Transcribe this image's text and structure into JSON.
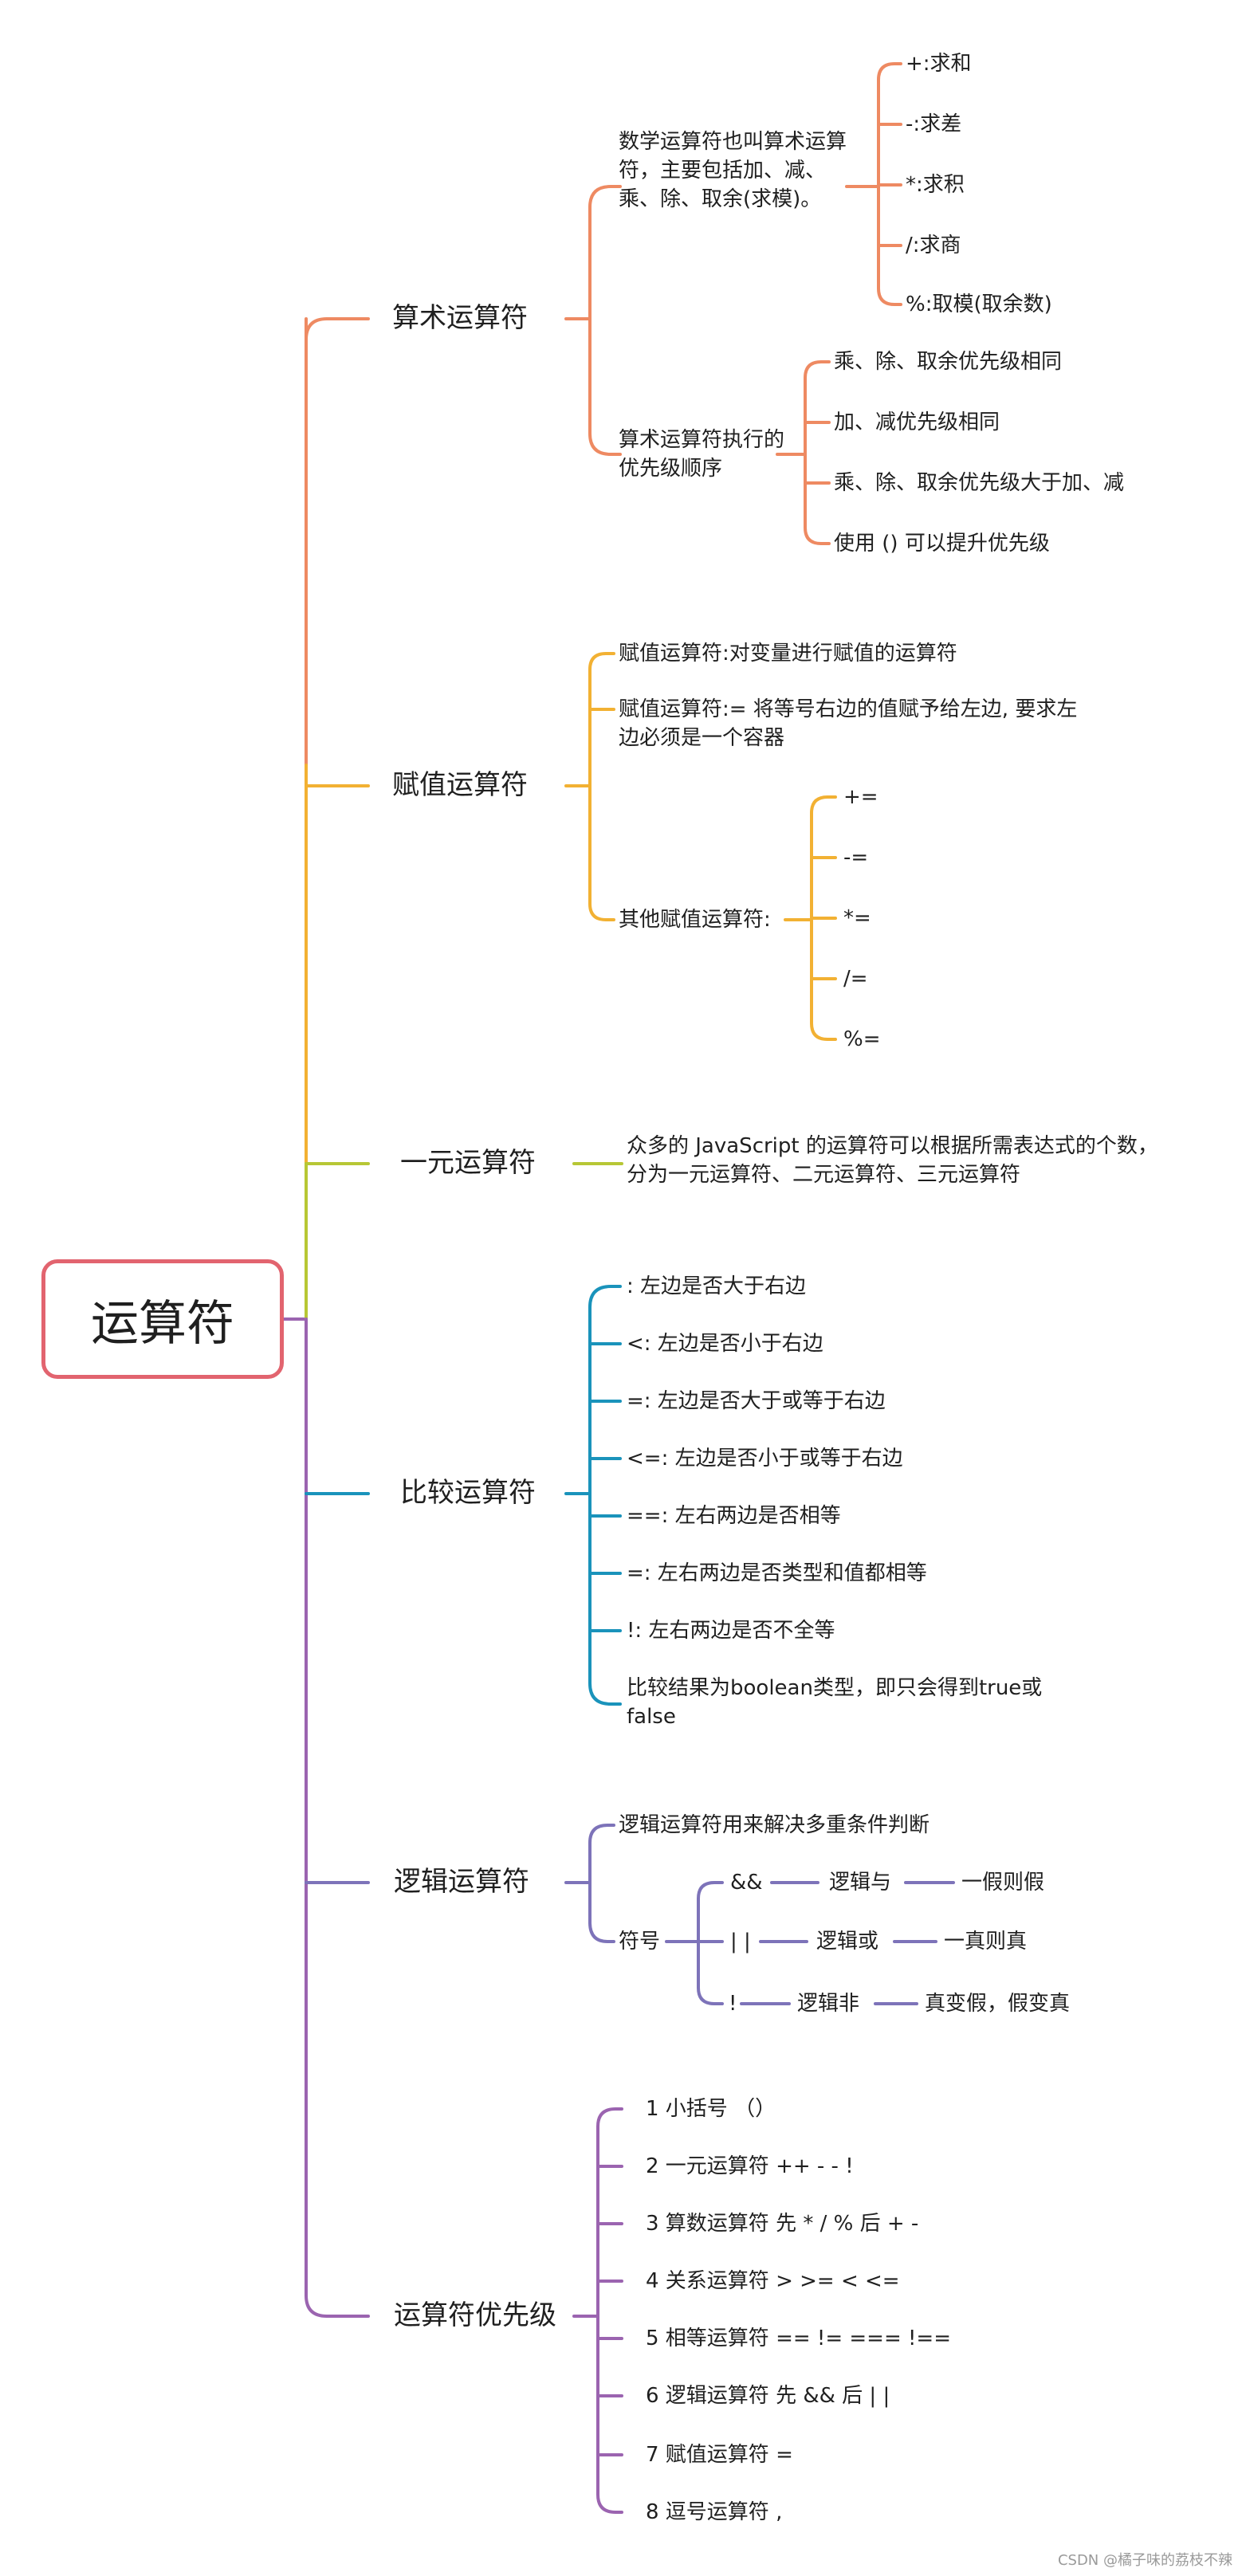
{
  "colors": {
    "root": "#e2646f",
    "arithmetic": "#ee8a62",
    "assignment": "#f2b133",
    "unary": "#b7c735",
    "comparison": "#1a93bb",
    "logical": "#7d73b9",
    "precedence": "#9b64b0",
    "trunk": "#9b64b0"
  },
  "root": {
    "label": "运算符"
  },
  "branches": {
    "arithmetic": {
      "label": "算术运算符",
      "intro": "数学运算符也叫算术运算符，主要包括加、减、乘、除、取余(求模)。",
      "ops": [
        "+:求和",
        "-:求差",
        "*:求积",
        "/:求商",
        "%:取模(取余数)"
      ],
      "order_label": "算术运算符执行的优先级顺序",
      "order_items": [
        "乘、除、取余优先级相同",
        "加、减优先级相同",
        "乘、除、取余优先级大于加、减",
        "使用 () 可以提升优先级"
      ]
    },
    "assignment": {
      "label": "赋值运算符",
      "def1": "赋值运算符:对变量进行赋值的运算符",
      "def2": "赋值运算符:= 将等号右边的值赋予给左边, 要求左边必须是一个容器",
      "others_label": "其他赋值运算符:",
      "others": [
        "+=",
        "-=",
        "*=",
        "/=",
        "%="
      ]
    },
    "unary": {
      "label": "一元运算符",
      "desc": "众多的 JavaScript 的运算符可以根据所需表达式的个数，分为一元运算符、二元运算符、三元运算符"
    },
    "comparison": {
      "label": "比较运算符",
      "items": [
        ": 左边是否大于右边",
        "<: 左边是否小于右边",
        "=: 左边是否大于或等于右边",
        "<=: 左边是否小于或等于右边",
        "==:  左右两边是否相等",
        "=: 左右两边是否类型和值都相等",
        "!: 左右两边是否不全等"
      ],
      "result": "比较结果为boolean类型，即只会得到true或false"
    },
    "logical": {
      "label": "逻辑运算符",
      "desc": "逻辑运算符用来解决多重条件判断",
      "symbols_label": "符号",
      "symbols": [
        {
          "sym": "&&",
          "name": "逻辑与",
          "rule": "一假则假"
        },
        {
          "sym": "| |",
          "name": "逻辑或",
          "rule": "一真则真"
        },
        {
          "sym": "!",
          "name": "逻辑非",
          "rule": "真变假，假变真"
        }
      ]
    },
    "precedence": {
      "label": "运算符优先级",
      "items": [
        "1 小括号  （）",
        "2 一元运算符 ++ - - !",
        "3 算数运算符 先 * / % 后 + -",
        "4 关系运算符 > >=   <   <=",
        "5 相等运算符 == != === !==",
        "6 逻辑运算符 先 && 后   | |",
        "7 赋值运算符 =",
        "8 逗号运算符 ,"
      ]
    }
  },
  "watermark": "CSDN @橘子味的荔枝不辣"
}
